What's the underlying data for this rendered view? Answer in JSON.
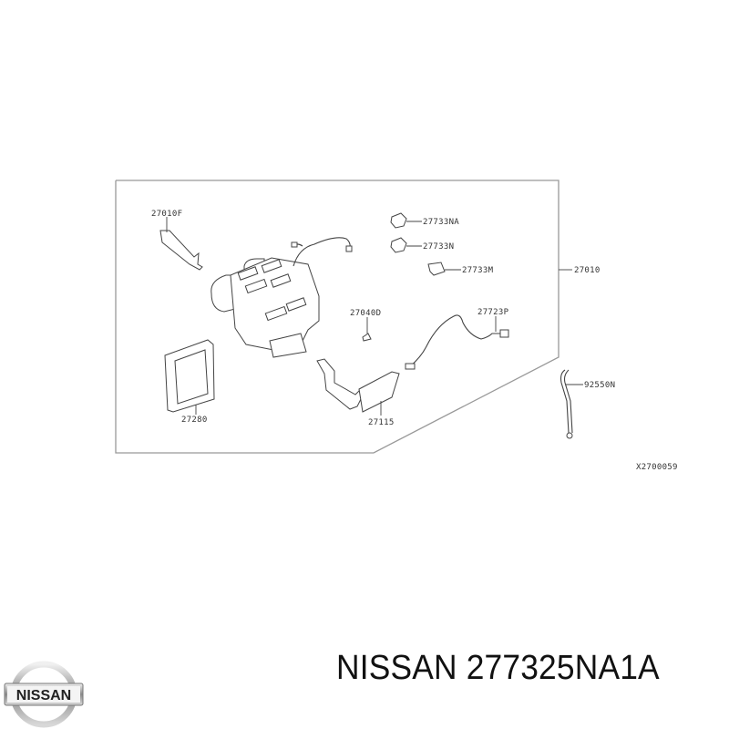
{
  "diagram": {
    "reference_code": "X2700059",
    "parts": [
      {
        "id": "27010F",
        "label": "27010F"
      },
      {
        "id": "27733NA",
        "label": "27733NA"
      },
      {
        "id": "27733N",
        "label": "27733N"
      },
      {
        "id": "27733M",
        "label": "27733M"
      },
      {
        "id": "27010",
        "label": "27010"
      },
      {
        "id": "27040D",
        "label": "27040D"
      },
      {
        "id": "27723P",
        "label": "27723P"
      },
      {
        "id": "27280",
        "label": "27280"
      },
      {
        "id": "27115",
        "label": "27115"
      },
      {
        "id": "92550N",
        "label": "92550N"
      }
    ]
  },
  "footer": {
    "brand": "NISSAN",
    "part_number_text": "NISSAN 277325NA1A",
    "logo_text": "NISSAN"
  },
  "colors": {
    "line": "#444444",
    "frame": "#999999",
    "text": "#111111"
  }
}
